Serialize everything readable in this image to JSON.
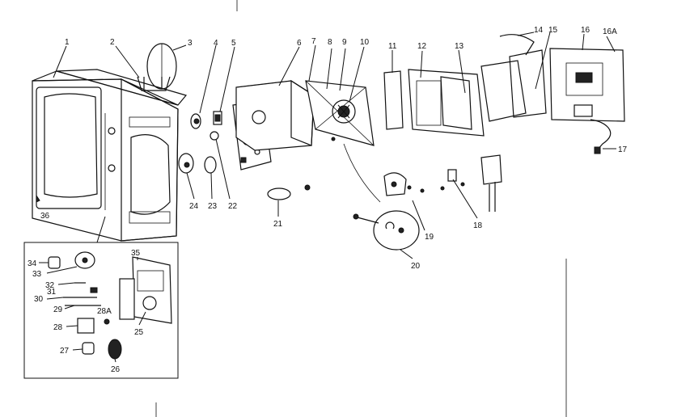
{
  "labels": {
    "l1": "1",
    "l2": "2",
    "l3": "3",
    "l4": "4",
    "l5": "5",
    "l6": "6",
    "l7": "7",
    "l8": "8",
    "l9": "9",
    "l10": "10",
    "l11": "11",
    "l12": "12",
    "l13": "13",
    "l14": "14",
    "l15": "15",
    "l16": "16",
    "l16a": "16A",
    "l17": "17",
    "l18": "18",
    "l19": "19",
    "l20": "20",
    "l21": "21",
    "l22": "22",
    "l23": "23",
    "l24": "24",
    "l25": "25",
    "l26": "26",
    "l27": "27",
    "l28": "28",
    "l28a": "28A",
    "l29": "29",
    "l30": "30",
    "l31": "31",
    "l32": "32",
    "l33": "33",
    "l34": "34",
    "l35": "35",
    "l36": "36"
  }
}
